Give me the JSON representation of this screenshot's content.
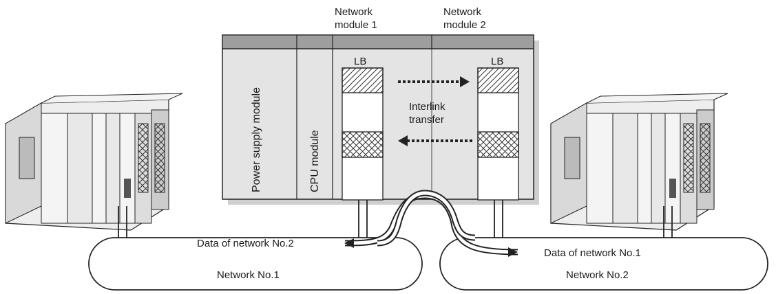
{
  "labels": {
    "network_module_1": [
      "Network",
      "module 1"
    ],
    "network_module_2": [
      "Network",
      "module 2"
    ],
    "lb_left": "LB",
    "lb_right": "LB",
    "power_supply_module": "Power supply module",
    "cpu_module": "CPU module",
    "interlink_transfer": [
      "Interlink",
      "transfer"
    ],
    "data_of_network_2": "Data of network No.2",
    "data_of_network_1": "Data of network No.1",
    "network_no_1": "Network No.1",
    "network_no_2": "Network No.2"
  },
  "colors": {
    "module_fill": "#e4e4e4",
    "header_bar": "#9e9e9e",
    "shadow": "#cfcfcf",
    "plc_body": "#d9d9d9",
    "plc_dark": "#555555"
  },
  "icons": [
    "plc-left-icon",
    "plc-right-icon"
  ]
}
